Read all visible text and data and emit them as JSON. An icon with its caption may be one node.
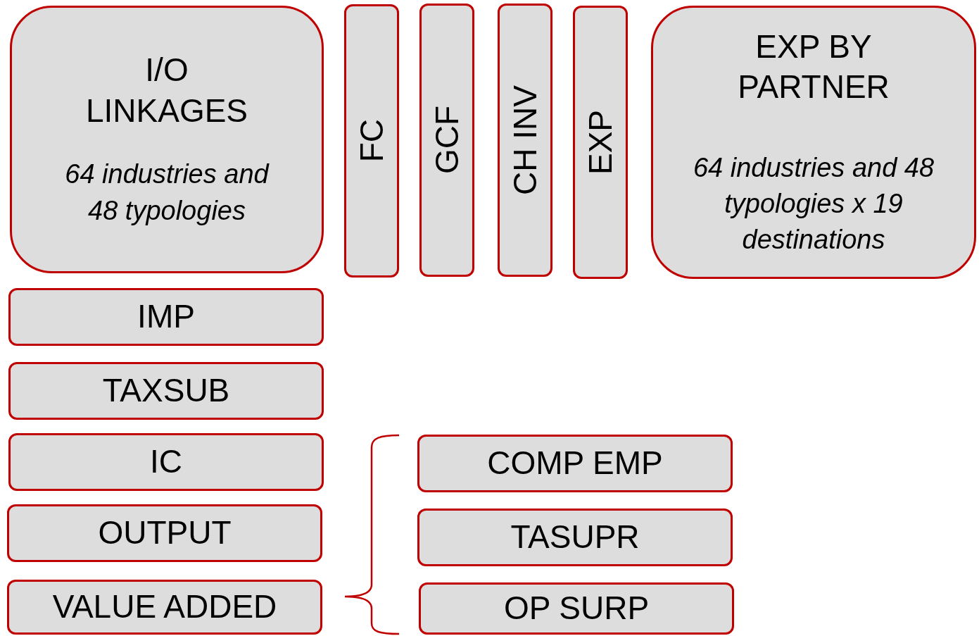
{
  "diagram": {
    "nodes": [
      {
        "text": [
          "I/O LINKAGES",
          "64 industries and 48 typologies"
        ]
      },
      {
        "text": [
          "FC"
        ]
      },
      {
        "text": [
          "GCF"
        ]
      },
      {
        "text": [
          "CH INV"
        ]
      },
      {
        "text": [
          "EXP"
        ]
      },
      {
        "text": [
          "EXP BY PARTNER",
          "64 industries and 48 typologies x 19 destinations"
        ]
      },
      {
        "text": [
          "IMP"
        ]
      },
      {
        "text": [
          "TAXSUB"
        ]
      },
      {
        "text": [
          "IC"
        ]
      },
      {
        "text": [
          "OUTPUT"
        ]
      },
      {
        "text": [
          "VALUE ADDED"
        ]
      },
      {
        "text": [
          "COMP EMP"
        ]
      },
      {
        "text": [
          "TASUPR"
        ]
      },
      {
        "text": [
          "OP SURP"
        ]
      }
    ]
  }
}
